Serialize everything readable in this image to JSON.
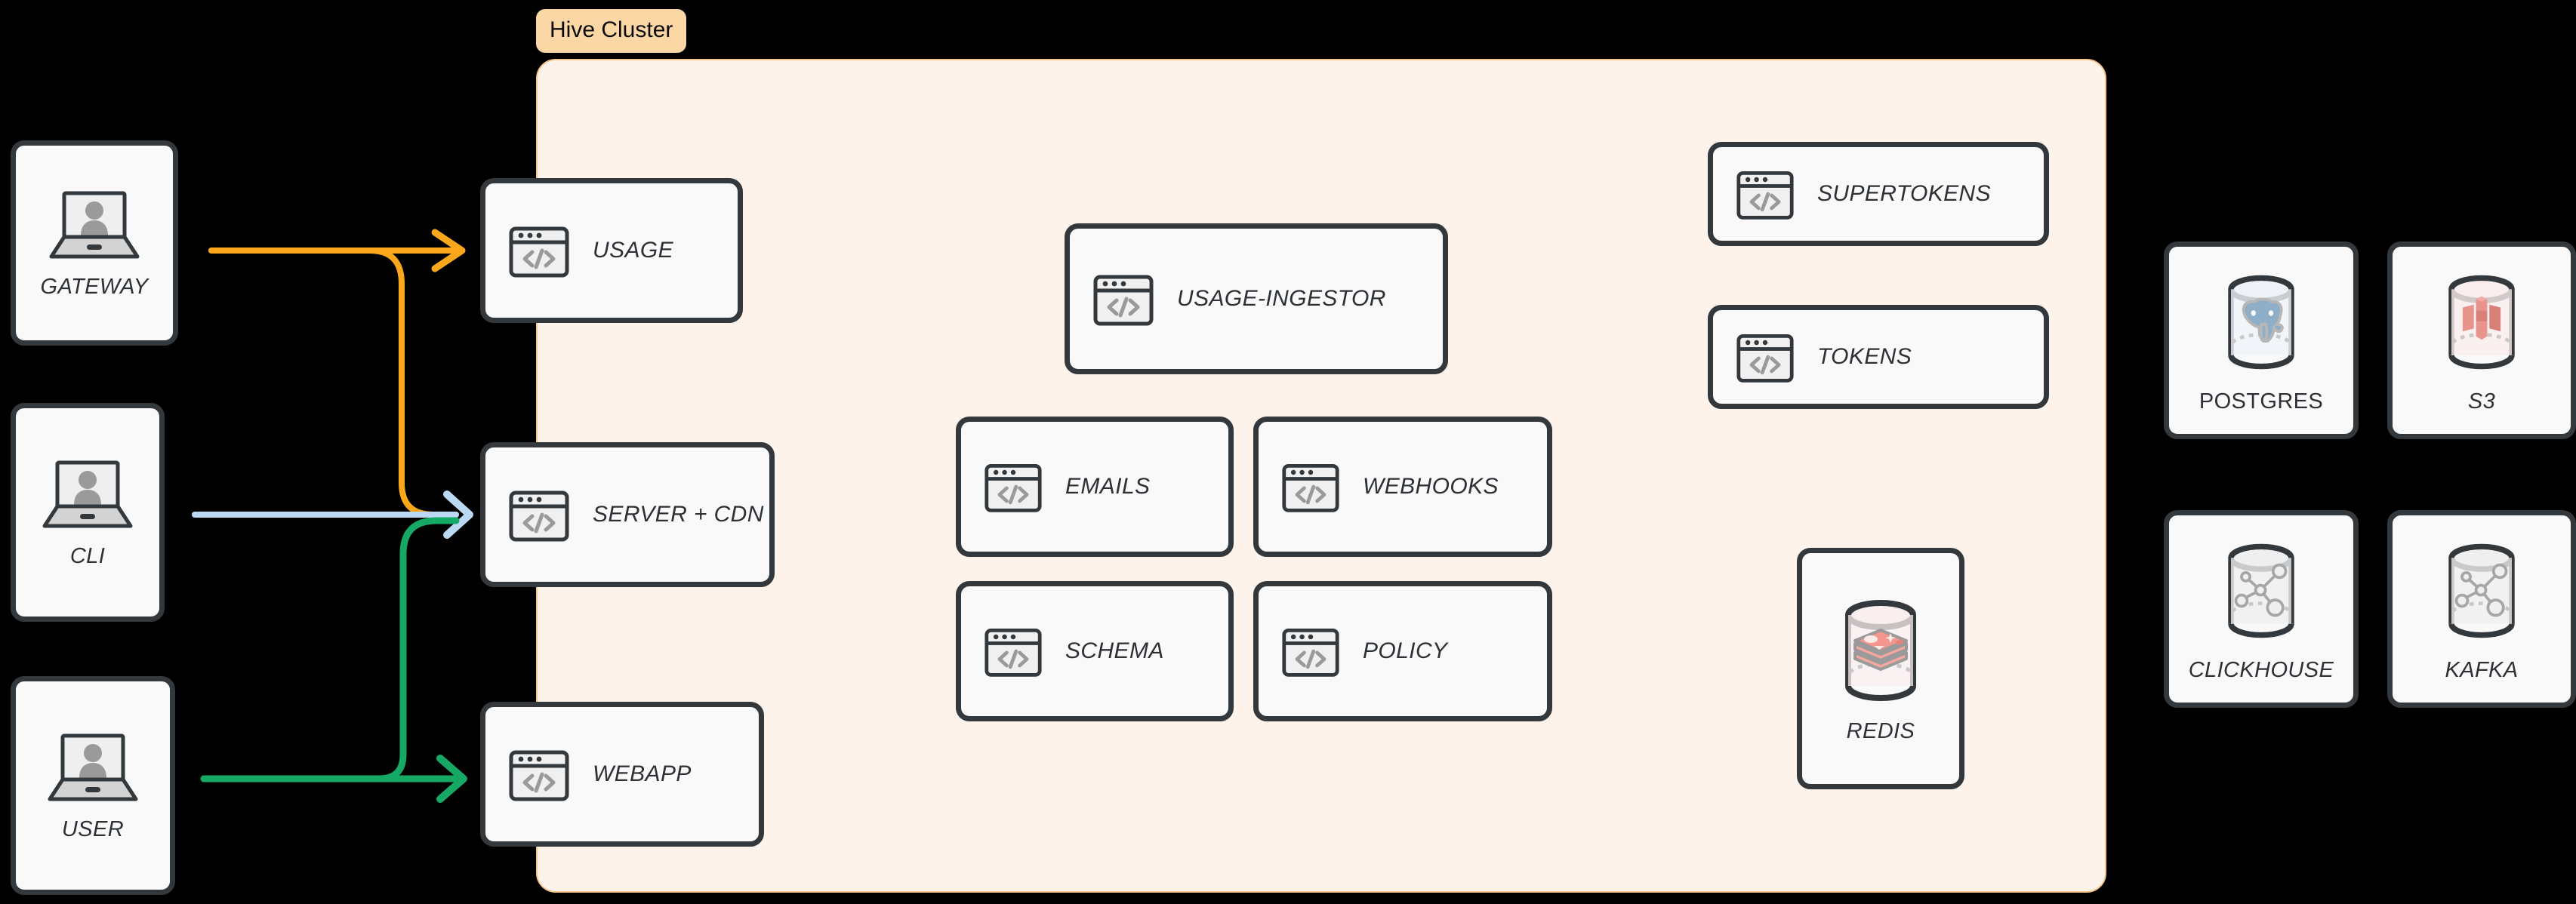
{
  "diagram": {
    "title": "Hive Cluster architecture diagram",
    "background_color": "#000000"
  },
  "cluster": {
    "label": "Hive Cluster",
    "label_bg": "#FBD7A5",
    "panel_bg": "#FDF3EA",
    "panel_border": "#F7C68B"
  },
  "clients": [
    {
      "id": "gateway",
      "label": "GATEWAY",
      "icon": "laptop-user-icon"
    },
    {
      "id": "cli",
      "label": "CLI",
      "icon": "laptop-user-icon"
    },
    {
      "id": "user",
      "label": "USER",
      "icon": "laptop-user-icon"
    }
  ],
  "edge_services": [
    {
      "id": "usage",
      "label": "USAGE",
      "icon": "code-window-icon"
    },
    {
      "id": "server-cdn",
      "label": "SERVER + CDN",
      "icon": "code-window-icon"
    },
    {
      "id": "webapp",
      "label": "WEBAPP",
      "icon": "code-window-icon"
    }
  ],
  "cluster_services": [
    {
      "id": "usage-ingestor",
      "label": "USAGE-INGESTOR",
      "icon": "code-window-icon"
    },
    {
      "id": "emails",
      "label": "EMAILS",
      "icon": "code-window-icon"
    },
    {
      "id": "webhooks",
      "label": "WEBHOOKS",
      "icon": "code-window-icon"
    },
    {
      "id": "schema",
      "label": "SCHEMA",
      "icon": "code-window-icon"
    },
    {
      "id": "policy",
      "label": "POLICY",
      "icon": "code-window-icon"
    },
    {
      "id": "supertokens",
      "label": "SUPERTOKENS",
      "icon": "code-window-icon"
    },
    {
      "id": "tokens",
      "label": "TOKENS",
      "icon": "code-window-icon"
    }
  ],
  "cluster_datastores": [
    {
      "id": "redis",
      "label": "REDIS",
      "icon": "redis-database-icon",
      "accent": "#F0A6A0"
    }
  ],
  "external_datastores": [
    {
      "id": "postgres",
      "label": "POSTGRES",
      "icon": "postgres-database-icon",
      "accent": "#8FAFC9",
      "italic": false
    },
    {
      "id": "s3",
      "label": "S3",
      "icon": "s3-database-icon",
      "accent": "#E2918A",
      "italic": true
    },
    {
      "id": "clickhouse",
      "label": "CLICKHOUSE",
      "icon": "network-database-icon",
      "accent": "#ADADAD",
      "italic": true
    },
    {
      "id": "kafka",
      "label": "KAFKA",
      "icon": "network-database-icon",
      "accent": "#ADADAD",
      "italic": true
    }
  ],
  "connections": [
    {
      "id": "gateway-to-usage",
      "from": "GATEWAY",
      "to": "USAGE",
      "color": "#FBA71B"
    },
    {
      "id": "gateway-to-server-cdn",
      "from": "GATEWAY",
      "to": "SERVER + CDN",
      "color": "#FBA71B"
    },
    {
      "id": "cli-to-server-cdn",
      "from": "CLI",
      "to": "SERVER + CDN",
      "color": "#BBD9F2"
    },
    {
      "id": "user-to-server-cdn",
      "from": "USER",
      "to": "SERVER + CDN",
      "color": "#16A865"
    },
    {
      "id": "user-to-webapp",
      "from": "USER",
      "to": "WEBAPP",
      "color": "#16A865"
    }
  ],
  "colors": {
    "orange": "#FBA71B",
    "blue": "#BBD9F2",
    "green": "#16A865",
    "card_border": "#33383D",
    "card_bg": "#F9F9F9",
    "text": "#2D3136"
  }
}
